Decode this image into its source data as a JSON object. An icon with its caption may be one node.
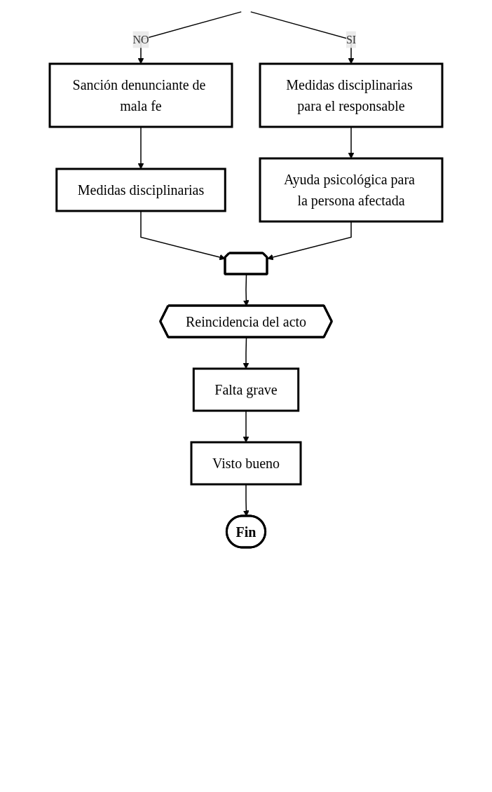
{
  "diagram": {
    "nodes": [
      {
        "text": [
          "Sanción denunciante de mala fe"
        ]
      },
      {
        "text": [
          "Medidas disciplinarias para el responsable"
        ]
      },
      {
        "text": [
          "Medidas disciplinarias"
        ]
      },
      {
        "text": [
          "Ayuda psicológica para la persona afectada"
        ]
      },
      {
        "text": [],
        "shape": "pentagon"
      },
      {
        "text": [
          "Reincidencia del acto"
        ]
      },
      {
        "text": [
          "Falta grave"
        ]
      },
      {
        "text": [
          "Visto bueno"
        ]
      },
      {
        "text": [
          "Fin"
        ]
      }
    ],
    "edges": [
      {
        "from": null,
        "to": 0,
        "arrow": "to",
        "label": "NO"
      },
      {
        "from": null,
        "to": 1,
        "arrow": "to",
        "label": "SI"
      },
      {
        "from": 0,
        "to": 2,
        "arrow": "to"
      },
      {
        "from": 1,
        "to": 3,
        "arrow": "to"
      },
      {
        "from": 2,
        "to": 4,
        "arrow": "to"
      },
      {
        "from": 3,
        "to": 4,
        "arrow": "to"
      },
      {
        "from": 4,
        "to": 5,
        "arrow": "to"
      },
      {
        "from": 5,
        "to": 6,
        "arrow": "to"
      },
      {
        "from": 6,
        "to": 7,
        "arrow": "to"
      },
      {
        "from": 7,
        "to": 8,
        "arrow": "to"
      }
    ]
  }
}
